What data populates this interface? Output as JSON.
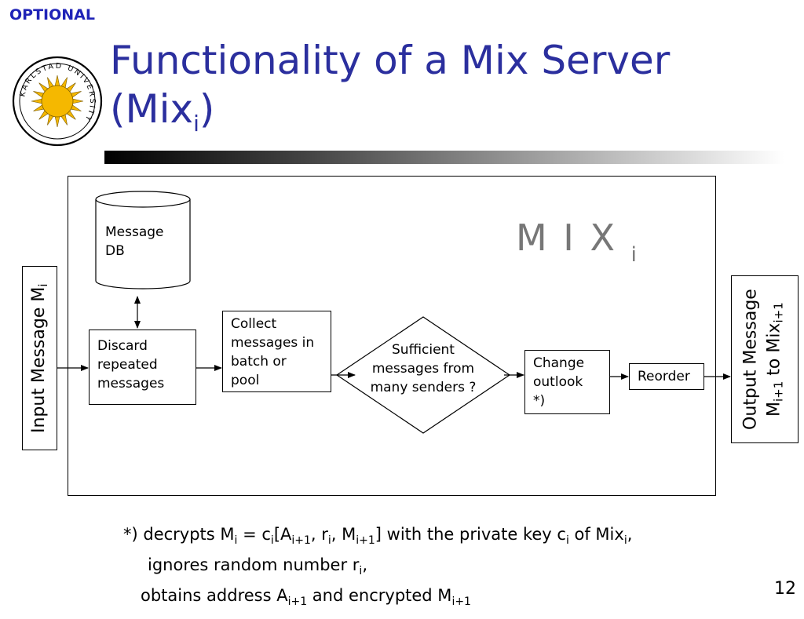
{
  "header": {
    "optional_tag": "OPTIONAL",
    "title_line1": "Functionality of a Mix Server",
    "title_line2_prefix": "(Mix",
    "title_line2_sub": "i",
    "title_line2_suffix": ")"
  },
  "logo": {
    "text": "KARLSTAD UNIVERSITY"
  },
  "diagram": {
    "mix_label": "M I X",
    "mix_label_sub": "i",
    "input": {
      "text": "Input Message M",
      "sub": "i"
    },
    "database": {
      "line1": "Message",
      "line2": "DB"
    },
    "discard": {
      "line1": "Discard",
      "line2": "repeated",
      "line3": "messages"
    },
    "collect": {
      "line1": "Collect",
      "line2": "messages in",
      "line3": "batch or",
      "line4": "pool"
    },
    "sufficient": {
      "line1": "Sufficient",
      "line2": "messages from",
      "line3": "many senders ?"
    },
    "change": {
      "line1": "Change",
      "line2": "outlook",
      "line3": "*)"
    },
    "reorder": "Reorder",
    "output": {
      "line1": "Output Message",
      "m": "M",
      "m_sub": "i+1",
      "to_mix": " to Mix",
      "mix_sub": "i+1"
    }
  },
  "footnote": {
    "l1_a": "*) decrypts M",
    "l1_b": "i",
    "l1_c": " = c",
    "l1_d": "i",
    "l1_e": "[A",
    "l1_f": "i+1",
    "l1_g": ", r",
    "l1_h": "i",
    "l1_i": ", M",
    "l1_j": "i+1",
    "l1_k": "] with the private key c",
    "l1_l": "i",
    "l1_m": " of Mix",
    "l1_n": "i",
    "l1_o": ",",
    "l2_a": "ignores random number r",
    "l2_b": "i",
    "l2_c": ",",
    "l3_a": "obtains address A",
    "l3_b": "i+1",
    "l3_c": " and encrypted M",
    "l3_d": "i+1"
  },
  "page_number": "12",
  "colors": {
    "title": "#2b2f9e",
    "optional": "#1f23b7",
    "mix_label": "#777777",
    "logo_sun": "#f5b800"
  }
}
